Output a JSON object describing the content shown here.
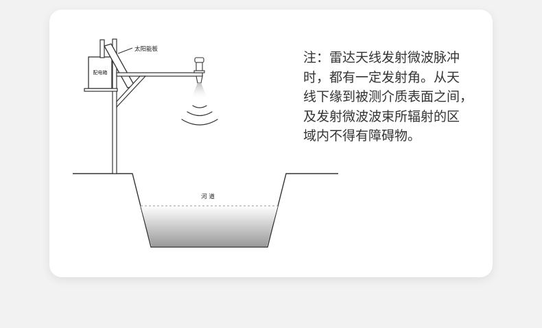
{
  "diagram": {
    "labels": {
      "solar_panel": "太阳能板",
      "distribution_box": "配电箱",
      "river_channel": "河 道"
    }
  },
  "note": {
    "lines": [
      "注：雷达天线发射微波脉冲",
      "时，都有一定发射角。从天",
      "线下缘到被测介质表面之间，",
      "及发射微波波束所辐射的区",
      "域内不得有障碍物。"
    ]
  },
  "colors": {
    "page_background": "#f2f2f2",
    "card_background": "#ffffff",
    "line_color": "#333333",
    "water_gradient_top": "#ffffff",
    "water_gradient_bottom": "#9a9a9a",
    "water_level_dash": "#999999"
  }
}
